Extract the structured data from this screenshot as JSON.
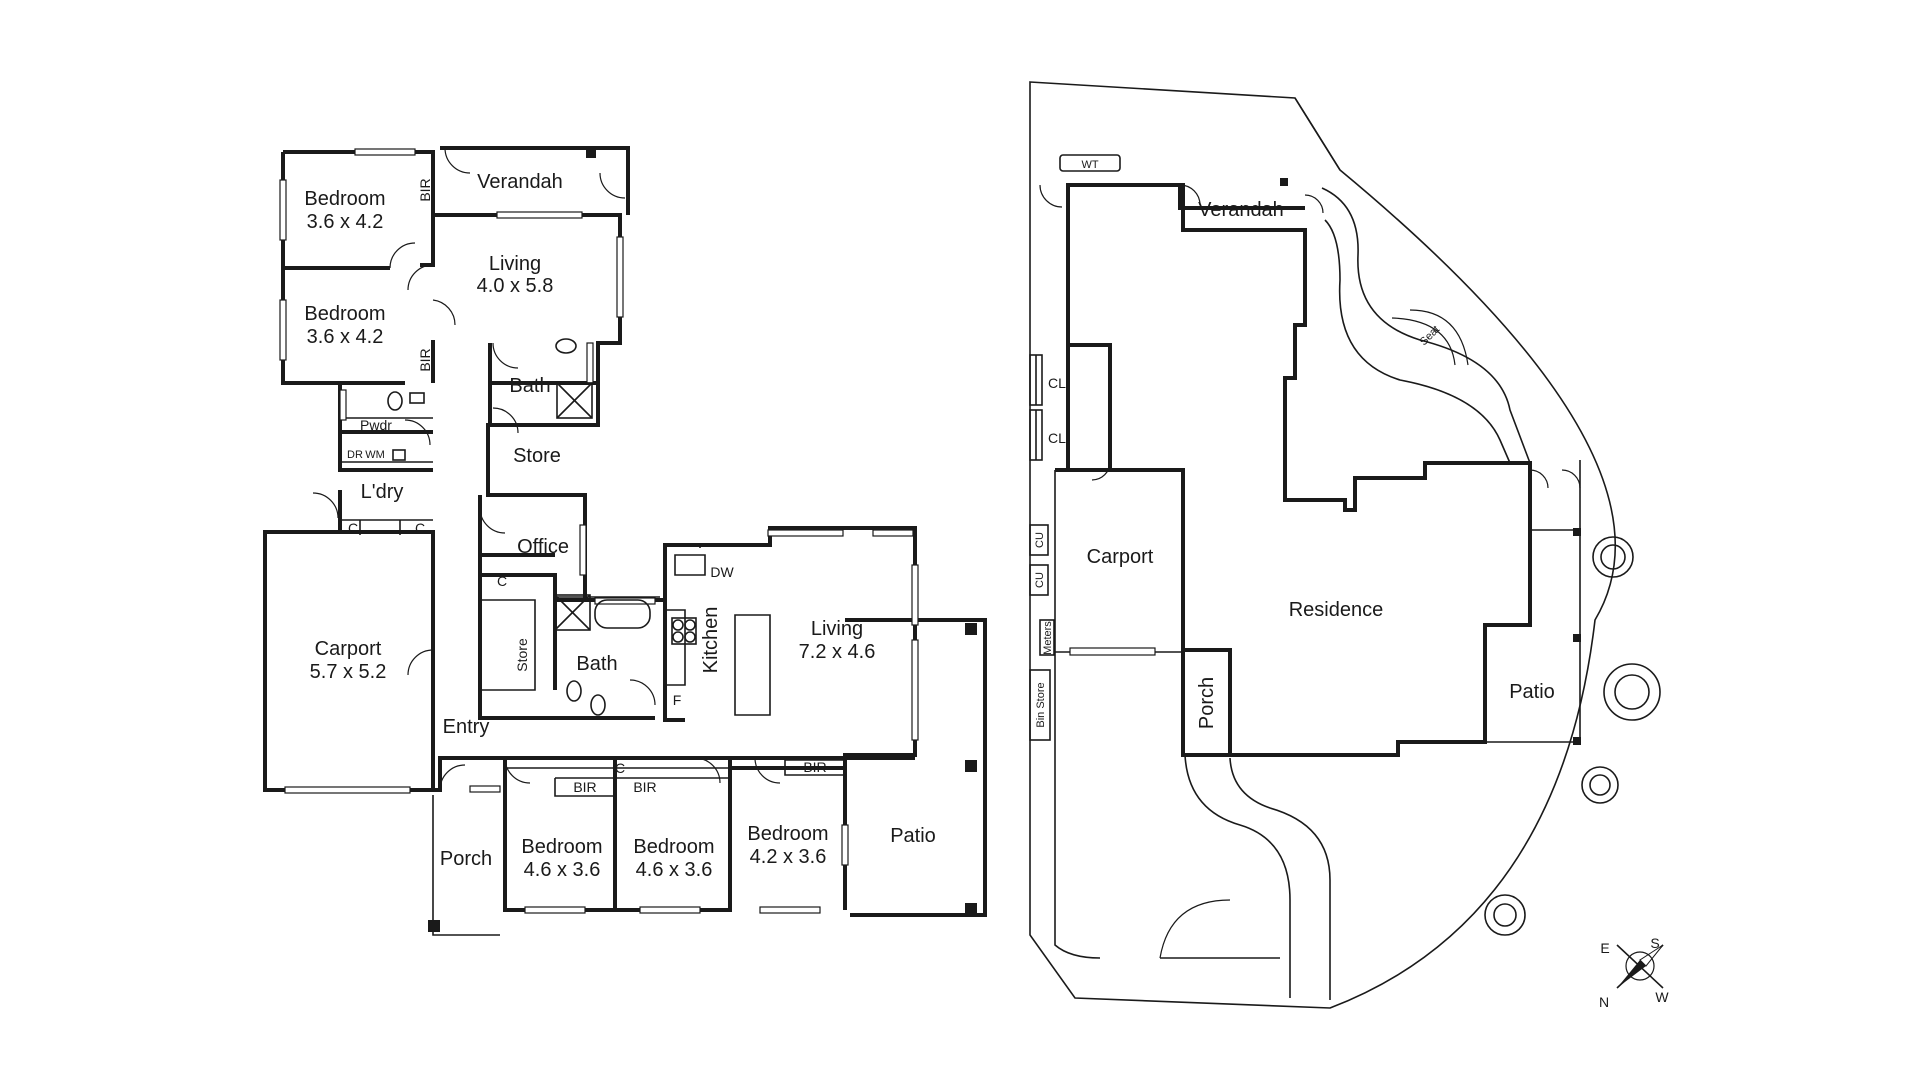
{
  "ground_floor": {
    "rooms": [
      {
        "name": "Bedroom",
        "size": "3.6 x 4.2"
      },
      {
        "name": "Bedroom",
        "size": "3.6 x 4.2"
      },
      {
        "name": "Verandah"
      },
      {
        "name": "Living",
        "size": "4.0 x 5.8"
      },
      {
        "name": "Bath"
      },
      {
        "name": "Pwdr"
      },
      {
        "name": "Store"
      },
      {
        "name": "L'dry"
      },
      {
        "name": "Office"
      },
      {
        "name": "Carport",
        "size": "5.7 x 5.2"
      },
      {
        "name": "Store"
      },
      {
        "name": "Bath"
      },
      {
        "name": "Kitchen"
      },
      {
        "name": "Living",
        "size": "7.2 x 4.6"
      },
      {
        "name": "Entry"
      },
      {
        "name": "Porch"
      },
      {
        "name": "Bedroom",
        "size": "4.6 x 3.6"
      },
      {
        "name": "Bedroom",
        "size": "4.6 x 3.6"
      },
      {
        "name": "Bedroom",
        "size": "4.2 x 3.6"
      },
      {
        "name": "Patio"
      }
    ],
    "fixtures": [
      "BIR",
      "BIR",
      "DR",
      "WM",
      "C",
      "C",
      "C",
      "DW",
      "F",
      "C",
      "BIR",
      "BIR",
      "BIR"
    ]
  },
  "site_plan": {
    "labels": [
      "WT",
      "Verandah",
      "Seat",
      "CL",
      "CL",
      "CU",
      "CU",
      "Carport",
      "Meters",
      "Bin Store",
      "Residence",
      "Porch",
      "Patio"
    ]
  },
  "compass": {
    "labels": [
      "E",
      "S",
      "N",
      "W"
    ]
  }
}
